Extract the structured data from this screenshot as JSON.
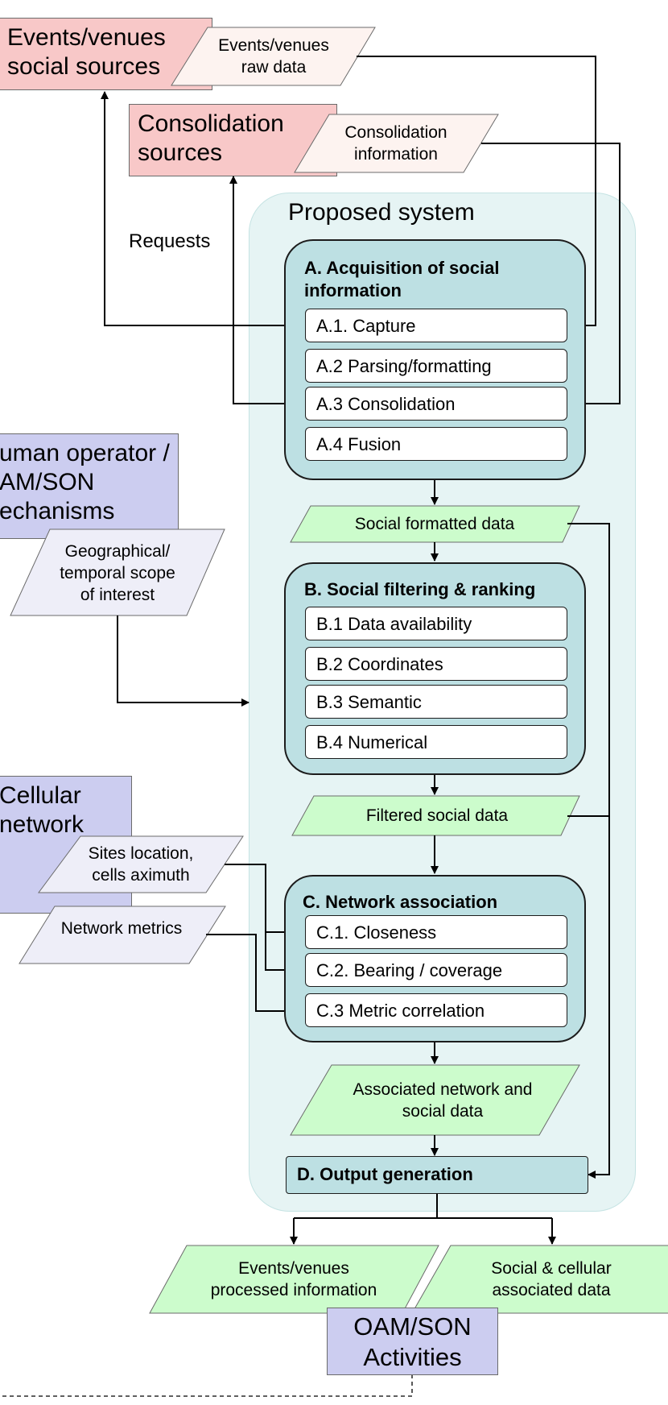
{
  "sources": {
    "events": "Events/venues\nsocial sources",
    "consolidation": "Consolidation\nsources"
  },
  "inputs": {
    "events_raw": "Events/venues\nraw data",
    "consolidation_info": "Consolidation\ninformation",
    "requests": "Requests"
  },
  "system_title": "Proposed system",
  "module_a": {
    "title": "A. Acquisition of social\ninformation",
    "items": [
      "A.1. Capture",
      "A.2 Parsing/formatting",
      "A.3 Consolidation",
      "A.4 Fusion"
    ]
  },
  "module_b": {
    "title": "B. Social filtering & ranking",
    "items": [
      "B.1 Data availability",
      "B.2 Coordinates",
      "B.3 Semantic",
      "B.4 Numerical"
    ]
  },
  "module_c": {
    "title": "C. Network association",
    "items": [
      "C.1. Closeness",
      "C.2. Bearing / coverage",
      "C.3  Metric correlation"
    ]
  },
  "module_d": {
    "title": "D. Output generation"
  },
  "data_items": {
    "social_formatted": "Social formatted data",
    "filtered": "Filtered social data",
    "associated": "Associated network and\nsocial data",
    "events_processed": "Events/venues\nprocessed information",
    "social_cellular": "Social & cellular\nassociated data"
  },
  "operator": {
    "label": "uman operator /\nAM/SON\nechanisms",
    "scope": "Geographical/\ntemporal scope\nof interest"
  },
  "cellular": {
    "label": "Cellular\nnetwork",
    "sites": "Sites location,\ncells aximuth",
    "metrics": "Network metrics"
  },
  "oam": "OAM/SON\nActivities",
  "colors": {
    "source_fill": "#f8c8c8",
    "operator_fill": "#cccdf0",
    "system_fill": "#e6f4f4",
    "module_fill": "#bde0e3",
    "data_green": "#ccfccc",
    "data_light": "#eeeef8",
    "data_pinkish": "#fdf3f0"
  }
}
